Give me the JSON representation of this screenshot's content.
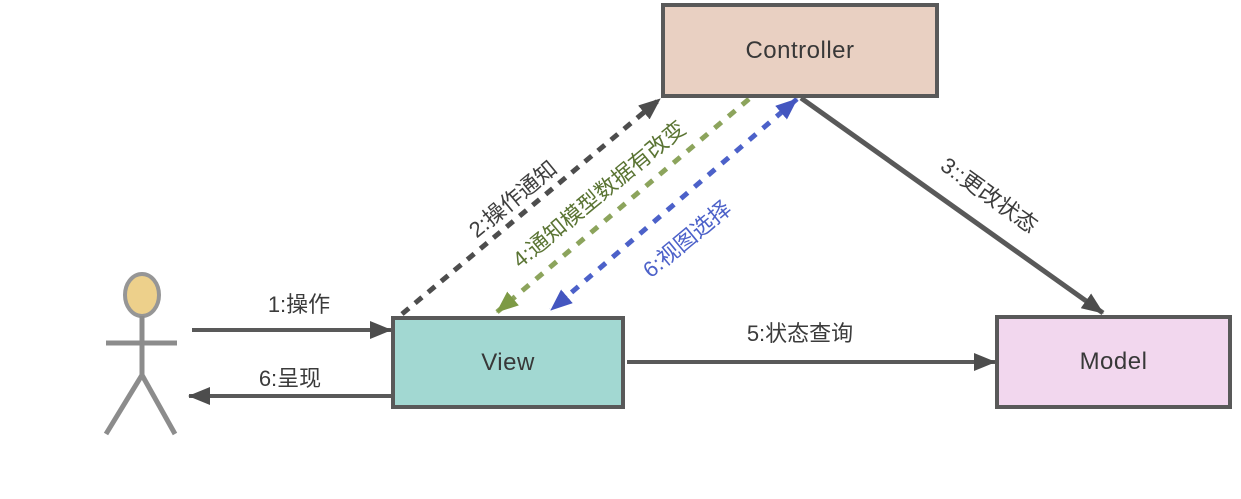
{
  "nodes": {
    "controller": {
      "label": "Controller",
      "fill": "#e9d0c2"
    },
    "view": {
      "label": "View",
      "fill": "#a2d8d2"
    },
    "model": {
      "label": "Model",
      "fill": "#f2d7ee"
    }
  },
  "edges": {
    "operate": {
      "label": "1:操作",
      "color": "#3b3b3b"
    },
    "operation_notify": {
      "label": "2:操作通知",
      "color": "#3f3f3f"
    },
    "change_state": {
      "label": "3::更改状态",
      "color": "#3b3b3b"
    },
    "notify_model_changed": {
      "label": "4:通知模型数据有改变",
      "color": "#5a7433"
    },
    "state_query": {
      "label": "5:状态查询",
      "color": "#3b3b3b"
    },
    "view_select": {
      "label": "6:视图选择",
      "color": "#4c61c9"
    },
    "render": {
      "label": "6:呈现",
      "color": "#3b3b3b"
    }
  },
  "icons": {
    "actor": "stick-figure-person"
  },
  "colors": {
    "background": "#ffffff",
    "box_border": "#595959",
    "arrow_gray": "#4d4d4d",
    "dash_green": "#8ca45c",
    "arrow_green": "#7d9a45",
    "dash_blue": "#4c61c9",
    "actor_head_fill": "#edd08b",
    "actor_stroke": "#8c8c8c"
  }
}
